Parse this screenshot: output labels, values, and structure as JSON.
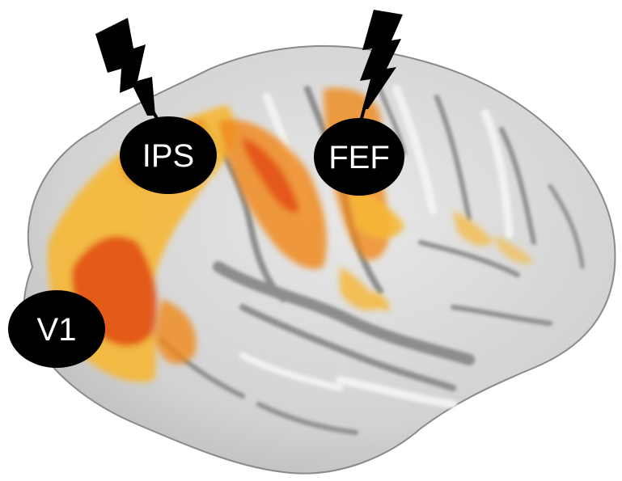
{
  "figure": {
    "labels": {
      "ips": "IPS",
      "fef": "FEF",
      "v1": "V1"
    },
    "colors": {
      "background": "#ffffff",
      "cortex": "#d6d6d6",
      "cortex_shadow": "#9a9a9a",
      "activation_strong": "#e24a12",
      "activation_mid": "#f08a1c",
      "activation_light": "#f6b733",
      "marker": "#000000",
      "marker_text": "#ffffff"
    },
    "icons": [
      "lightning-bolt-icon",
      "lightning-bolt-icon"
    ]
  }
}
